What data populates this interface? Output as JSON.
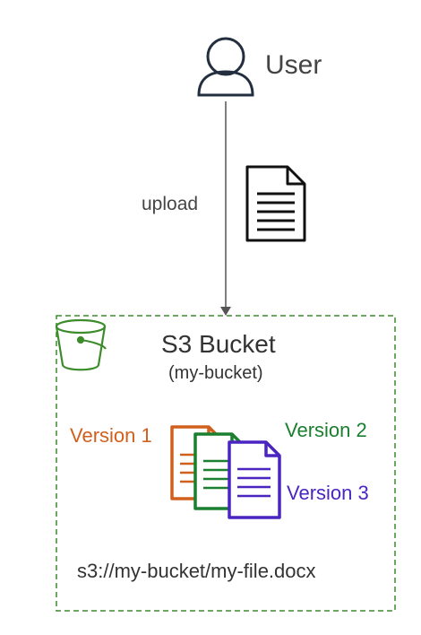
{
  "user": {
    "label": "User",
    "icon": "user-icon"
  },
  "flow": {
    "arrow_label": "upload",
    "file_icon": "document-icon"
  },
  "bucket": {
    "title": "S3 Bucket",
    "subtitle": "(my-bucket)",
    "icon": "bucket-icon",
    "border_color": "#3c8c2c",
    "path": "s3://my-bucket/my-file.docx"
  },
  "versions": [
    {
      "label": "Version 1",
      "color": "#d0601c"
    },
    {
      "label": "Version 2",
      "color": "#1a7f2e"
    },
    {
      "label": "Version 3",
      "color": "#4b25c0"
    }
  ]
}
